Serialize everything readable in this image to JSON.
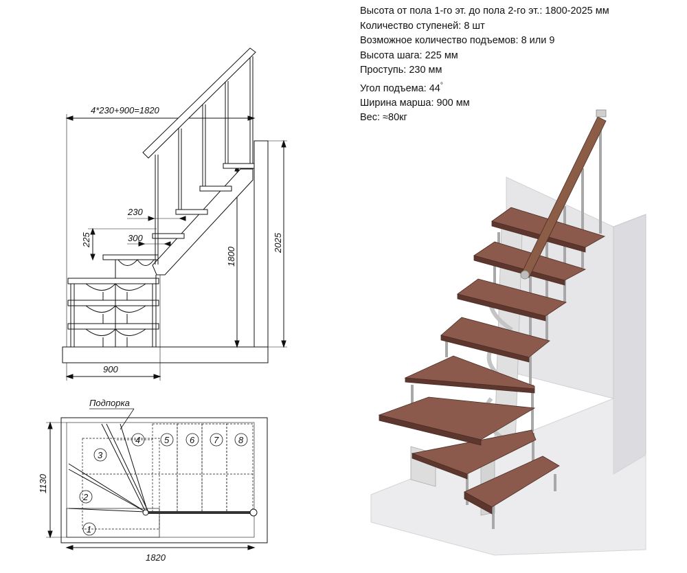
{
  "specs": {
    "height": "Высота от пола 1-го эт. до пола 2-го эт.: 1800-2025 мм",
    "steps": "Количество ступеней: 8 шт",
    "risers": "Возможное количество подъемов: 8 или 9",
    "step_height": "Высота шага: 225 мм",
    "tread": "Проступь: 230 мм",
    "angle": "Угол подъема: 44",
    "angle_unit": "°",
    "width": "Ширина марша: 900 мм",
    "weight": "Вес: ≈80кг"
  },
  "side_view": {
    "total_length": "4*230+900=1820",
    "tread_depth": "230",
    "step_depth": "300",
    "step_rise": "225",
    "height_min": "1800",
    "height_max": "2025",
    "base_width": "900"
  },
  "plan_view": {
    "support_label": "Подпорка",
    "depth": "1130",
    "length": "1820",
    "step_numbers": [
      "1",
      "2",
      "3",
      "4",
      "5",
      "6",
      "7",
      "8"
    ]
  },
  "colors": {
    "tread": "#7a4a3e",
    "tread_top": "#8c5a4c",
    "metal": "#c9c9c9",
    "wall": "#e4e4e6",
    "line": "#111111"
  }
}
